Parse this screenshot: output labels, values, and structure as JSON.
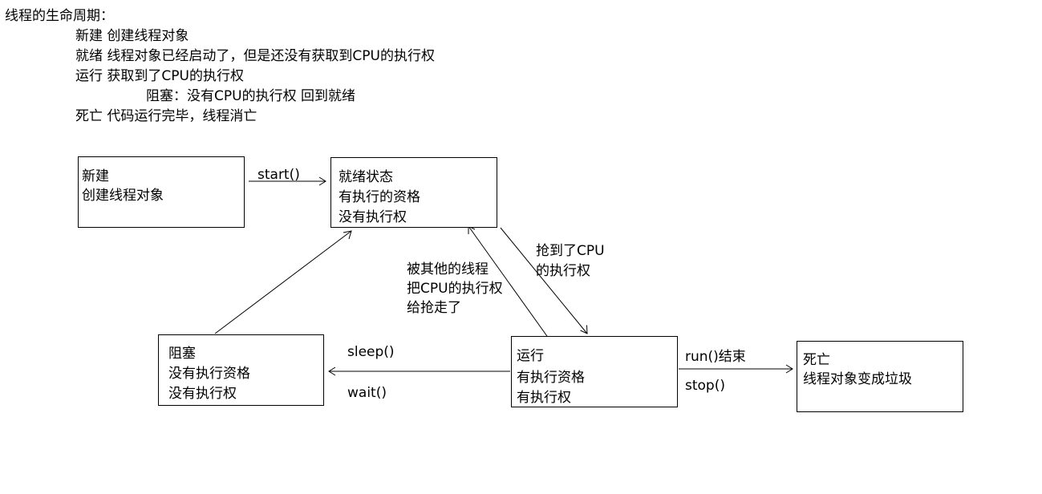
{
  "notes": {
    "title": "线程的生命周期：",
    "new_line": "新建 创建线程对象",
    "ready_line": "就绪 线程对象已经启动了，但是还没有获取到CPU的执行权",
    "running_line": "运行 获取到了CPU的执行权",
    "blocked_line": "阻塞：没有CPU的执行权 回到就绪",
    "dead_line": "死亡 代码运行完毕，线程消亡"
  },
  "states": {
    "new": {
      "title": "新建",
      "line1": "创建线程对象"
    },
    "ready": {
      "title": "就绪状态",
      "line1": "有执行的资格",
      "line2": "没有执行权"
    },
    "blocked": {
      "title": "阻塞",
      "line1": "没有执行资格",
      "line2": "没有执行权"
    },
    "running": {
      "title": "运行",
      "line1": "有执行资格",
      "line2": "有执行权"
    },
    "dead": {
      "title": "死亡",
      "line1": "线程对象变成垃圾"
    }
  },
  "transitions": {
    "start": "start()",
    "grab_line1": "抢到了CPU",
    "grab_line2": "的执行权",
    "preempt_line1": "被其他的线程",
    "preempt_line2": "把CPU的执行权",
    "preempt_line3": "给抢走了",
    "sleep": "sleep()",
    "wait": "wait()",
    "run_end": "run()结束",
    "stop": "stop()"
  }
}
